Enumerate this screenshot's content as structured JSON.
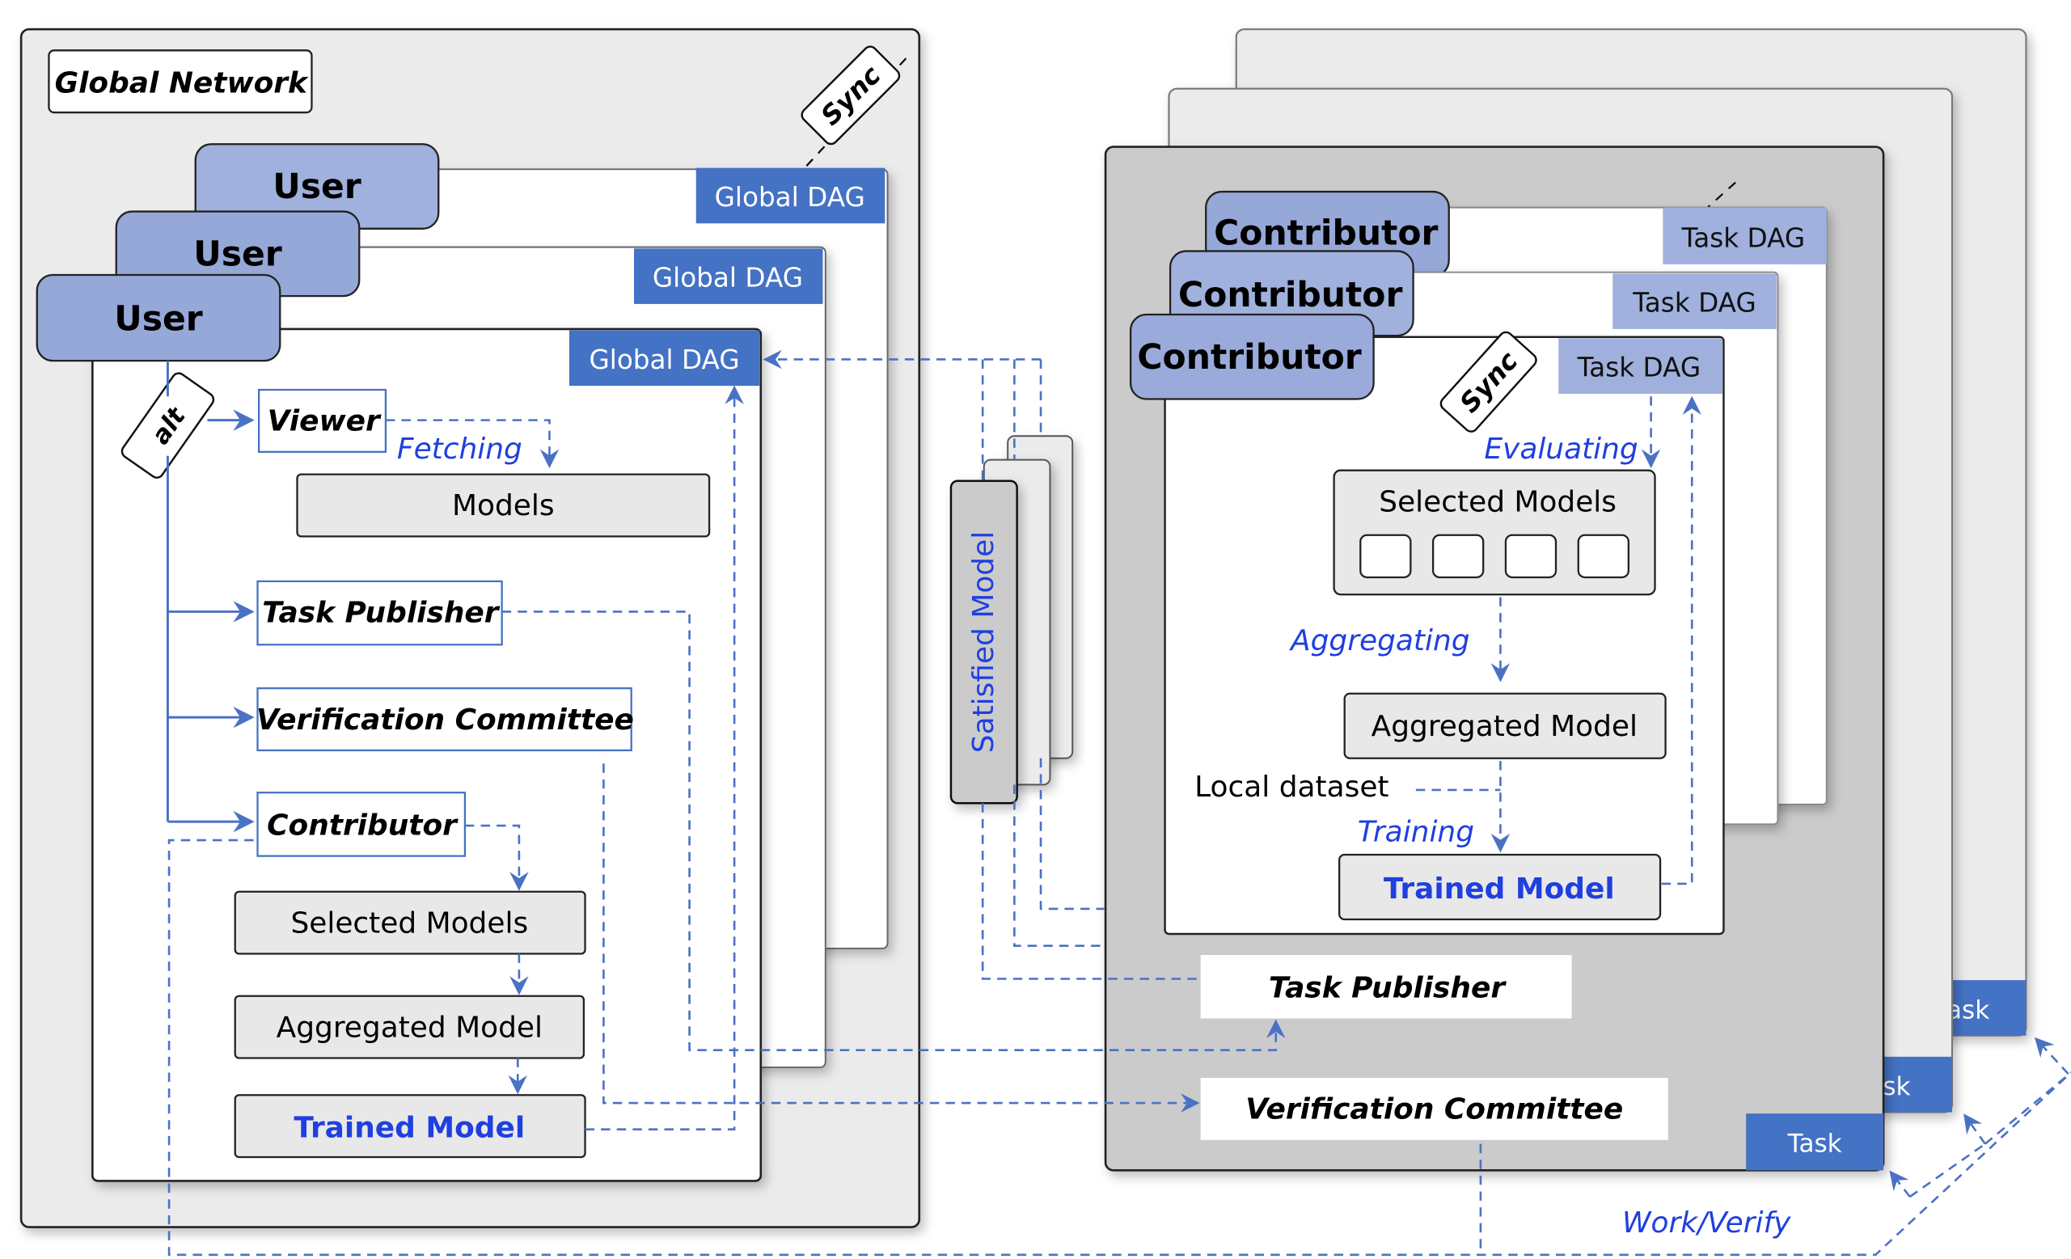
{
  "colors": {
    "accent_blue": "#4472c4",
    "tab_lavender": "#9fb0dd",
    "role_blue": "#96a8d8",
    "flow_text_blue": "#1f3fe0",
    "panel_gray": "#ebebeb",
    "task_panel_gray": "#cbcbcb",
    "box_gray": "#e8e8e8"
  },
  "global_network": {
    "title": "Global Network",
    "sync_label": "Sync",
    "user_tabs": [
      "User",
      "User",
      "User"
    ],
    "dag_tabs": [
      "Global DAG",
      "Global DAG",
      "Global DAG"
    ],
    "alt_label": "alt",
    "roles": {
      "viewer": "Viewer",
      "task_publisher": "Task Publisher",
      "verification_committee": "Verification Committee",
      "contributor": "Contributor"
    },
    "fetching_label": "Fetching",
    "models_box": "Models",
    "contributor_flow": {
      "selected_models": "Selected Models",
      "aggregated_model": "Aggregated Model",
      "trained_model": "Trained Model"
    }
  },
  "middle": {
    "satisfied_model": "Satisfied Model"
  },
  "task_network": {
    "contributor_tabs": [
      "Contributor",
      "Contributor",
      "Contributor"
    ],
    "dag_tabs": [
      "Task DAG",
      "Task DAG",
      "Task DAG"
    ],
    "sync_label": "Sync",
    "evaluating_label": "Evaluating",
    "selected_models": "Selected Models",
    "model_slots": 4,
    "aggregating_label": "Aggregating",
    "aggregated_model": "Aggregated Model",
    "local_dataset": "Local dataset",
    "training_label": "Training",
    "trained_model": "Trained Model",
    "task_publisher": "Task Publisher",
    "verification_committee": "Verification Committee",
    "task_tabs": [
      "Task",
      "Task",
      "Task"
    ],
    "task_tab_partials": [
      "ask",
      "sk"
    ],
    "work_verify_label": "Work/Verify"
  }
}
